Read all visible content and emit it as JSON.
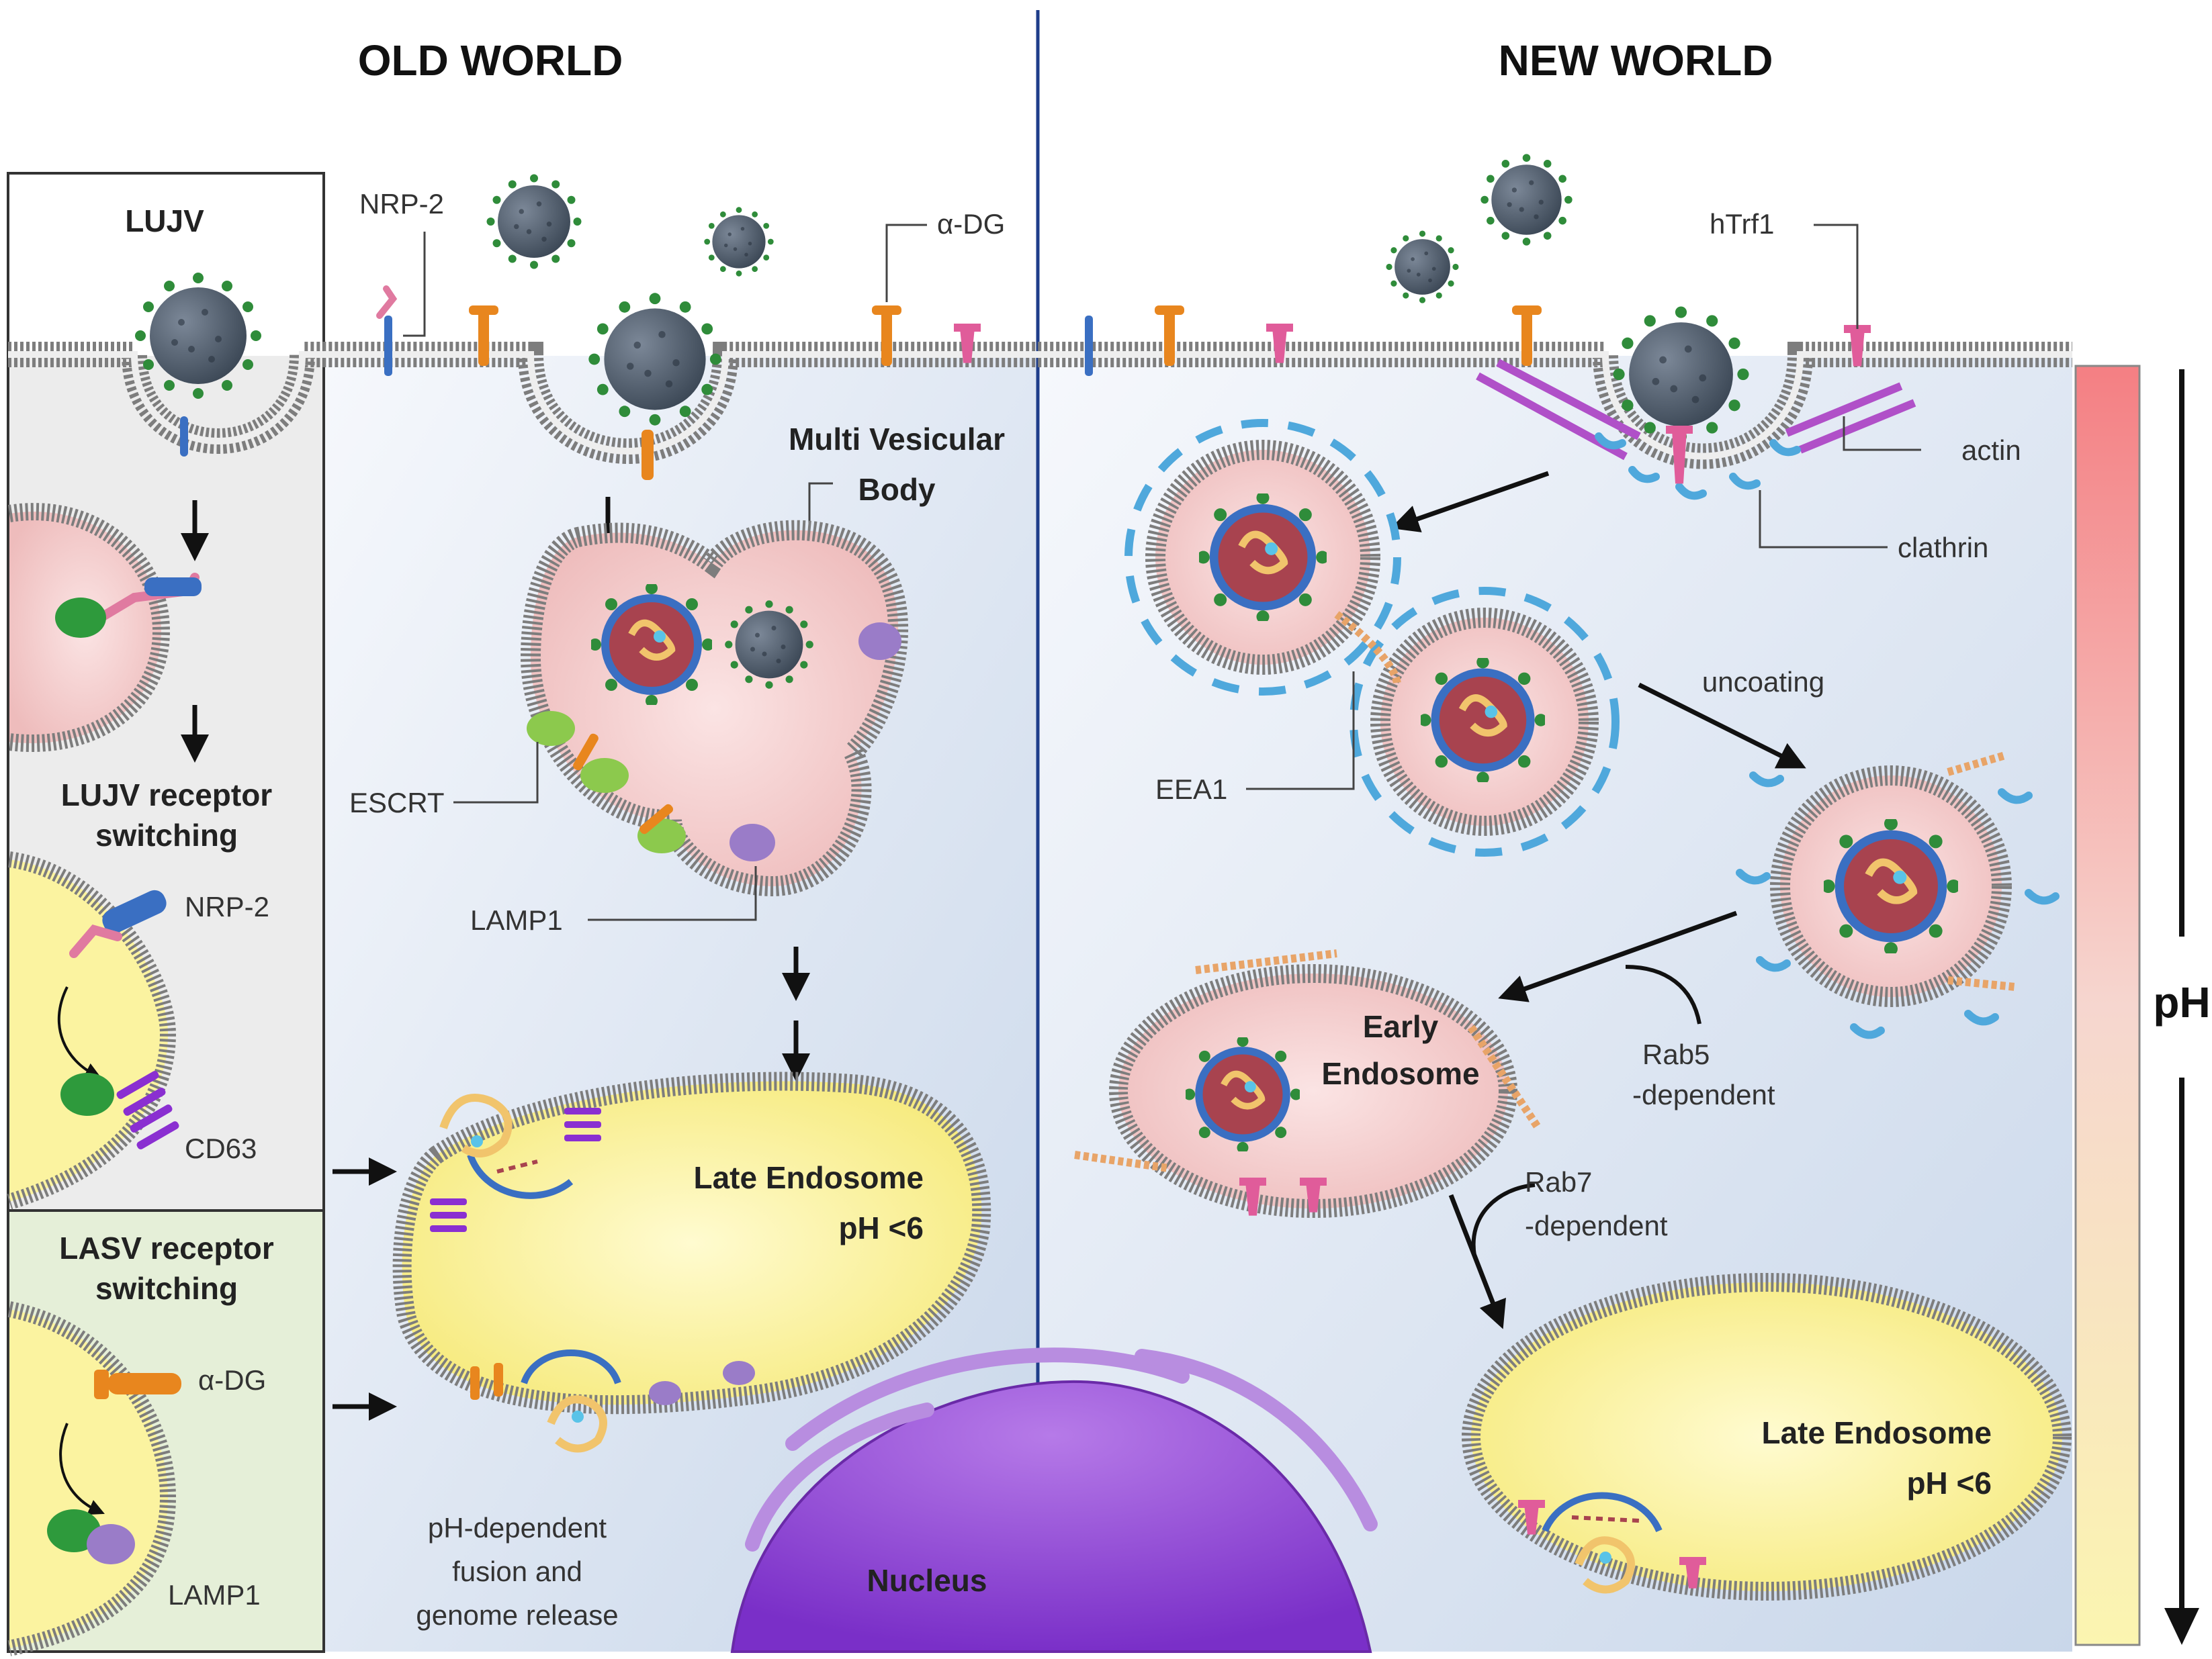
{
  "headers": {
    "old_world": "OLD WORLD",
    "new_world": "NEW WORLD"
  },
  "left_panel": {
    "title": "LUJV",
    "lujv_switching": [
      "LUJV receptor",
      "switching"
    ],
    "lasv_switching": [
      "LASV receptor",
      "switching"
    ],
    "labels": {
      "nrp2": "NRP-2",
      "cd63": "CD63",
      "adg": "α-DG",
      "lamp1": "LAMP1"
    }
  },
  "old_world": {
    "labels": {
      "nrp2": "NRP-2",
      "adg": "α-DG",
      "escrt": "ESCRT",
      "lamp1": "LAMP1",
      "mvb": [
        "Multi Vesicular",
        "Body"
      ],
      "late_endosome": [
        "Late Endosome",
        "pH <6"
      ],
      "fusion": [
        "pH-dependent",
        "fusion and",
        "genome release"
      ],
      "nucleus": "Nucleus"
    }
  },
  "new_world": {
    "labels": {
      "htrf1": "hTrf1",
      "actin": "actin",
      "clathrin": "clathrin",
      "uncoating": "uncoating",
      "eea1": "EEA1",
      "early_endosome": [
        "Early",
        "Endosome"
      ],
      "rab5": [
        "Rab5",
        "-dependent"
      ],
      "rab7": [
        "Rab7",
        "-dependent"
      ],
      "late_endosome": [
        "Late Endosome",
        "pH <6"
      ]
    }
  },
  "ph_bar": {
    "label": "pH"
  },
  "colors": {
    "membrane": "#7d7d7d",
    "virus_body": "#4d5a6a",
    "virus_spike": "#2f8c3a",
    "late_endosome_fill": "#fbf3a0",
    "early_endosome_fill": "#f3d3d3",
    "nucleus": "#8a3fd1",
    "clathrin": "#4fa8dc",
    "actin": "#b050c8",
    "ph_top": "#f47f83",
    "ph_bottom": "#fbf5b0"
  }
}
